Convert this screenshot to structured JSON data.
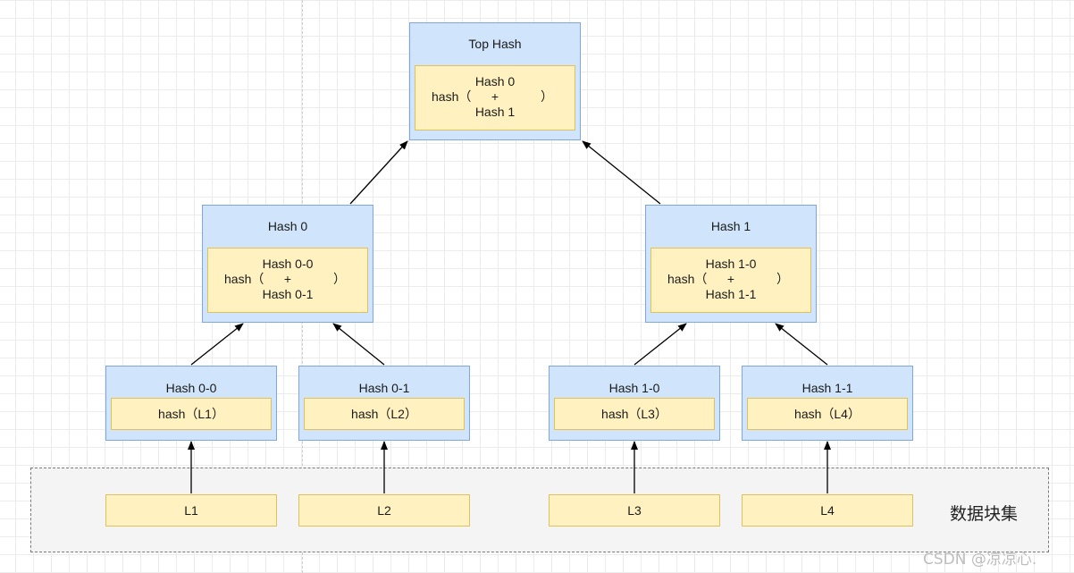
{
  "top": {
    "title": "Top Hash",
    "fn": "hash（",
    "top": "Hash 0",
    "plus": "+",
    "bottom": "Hash 1",
    "close": "）"
  },
  "hash0": {
    "title": "Hash 0",
    "fn": "hash（",
    "top": "Hash 0-0",
    "plus": "+",
    "bottom": "Hash 0-1",
    "close": "）"
  },
  "hash1": {
    "title": "Hash 1",
    "fn": "hash（",
    "top": "Hash 1-0",
    "plus": "+",
    "bottom": "Hash 1-1",
    "close": "）"
  },
  "hash00": {
    "title": "Hash 0-0",
    "formula": "hash（L1）"
  },
  "hash01": {
    "title": "Hash 0-1",
    "formula": "hash（L2）"
  },
  "hash10": {
    "title": "Hash 1-0",
    "formula": "hash（L3）"
  },
  "hash11": {
    "title": "Hash 1-1",
    "formula": "hash（L4）"
  },
  "blocks": [
    "L1",
    "L2",
    "L3",
    "L4"
  ],
  "dataset_label": "数据块集",
  "watermark": "CSDN @凉凉心.",
  "colors": {
    "node_fill": "#d0e5fb",
    "node_border": "#7ea6e0",
    "inner_fill": "#fff2c0",
    "inner_border": "#e2c15a",
    "dataset_fill": "#f4f4f4"
  }
}
